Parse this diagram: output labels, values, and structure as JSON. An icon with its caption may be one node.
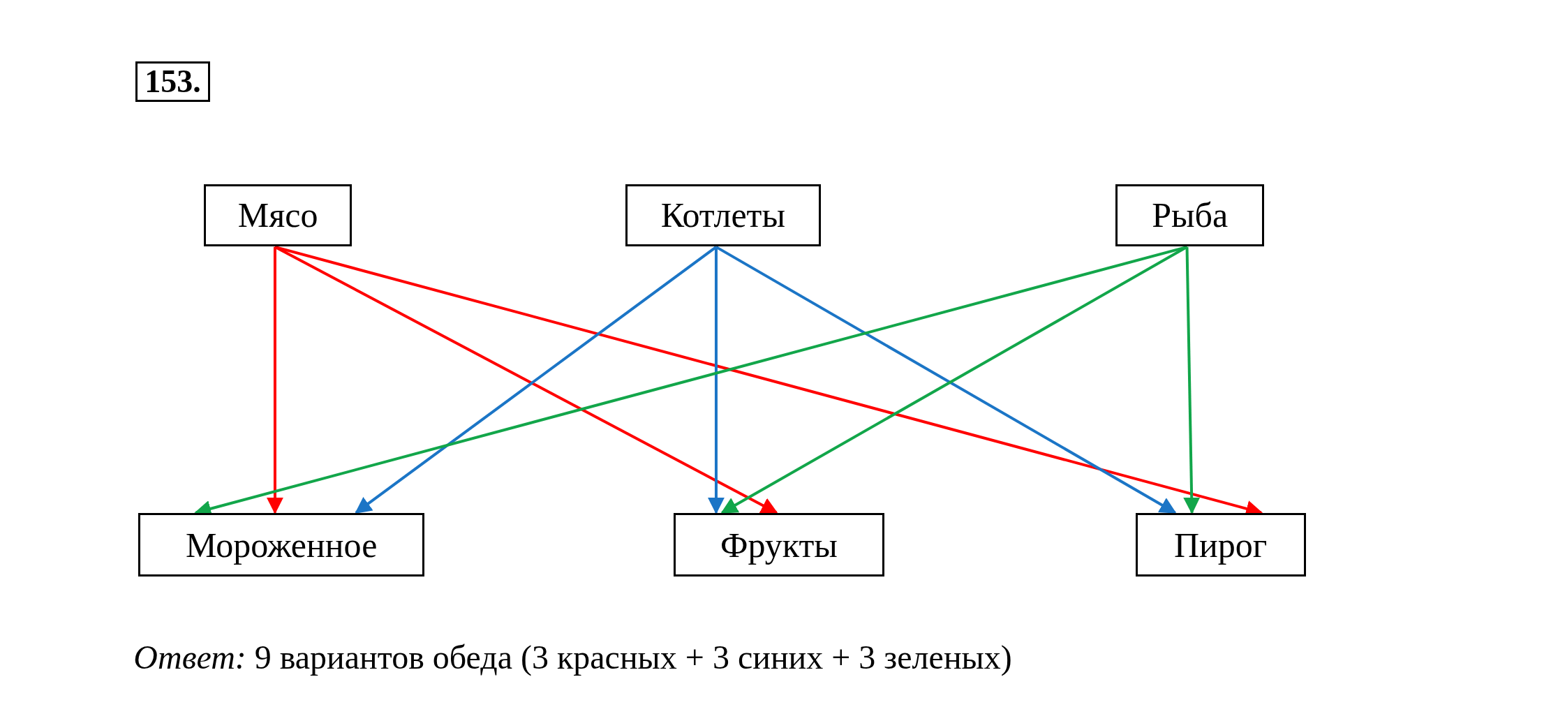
{
  "diagram": {
    "title": "153.",
    "nodes": [
      {
        "text": [
          "Мясо"
        ]
      },
      {
        "text": [
          "Котлеты"
        ]
      },
      {
        "text": [
          "Рыба"
        ]
      },
      {
        "text": [
          "Мороженное"
        ]
      },
      {
        "text": [
          "Фрукты"
        ]
      },
      {
        "text": [
          "Пирог"
        ]
      }
    ],
    "edges": [
      {
        "from": 0,
        "to": 3,
        "arrow": "to",
        "color": "#ff0000"
      },
      {
        "from": 0,
        "to": 4,
        "arrow": "to",
        "color": "#ff0000"
      },
      {
        "from": 0,
        "to": 5,
        "arrow": "to",
        "color": "#ff0000"
      },
      {
        "from": 1,
        "to": 3,
        "arrow": "to",
        "color": "#1b75c6"
      },
      {
        "from": 1,
        "to": 4,
        "arrow": "to",
        "color": "#1b75c6"
      },
      {
        "from": 1,
        "to": 5,
        "arrow": "to",
        "color": "#1b75c6"
      },
      {
        "from": 2,
        "to": 3,
        "arrow": "to",
        "color": "#12a64a"
      },
      {
        "from": 2,
        "to": 4,
        "arrow": "to",
        "color": "#12a64a"
      },
      {
        "from": 2,
        "to": 5,
        "arrow": "to",
        "color": "#12a64a"
      }
    ],
    "labels": [
      "*Ответ:* 9 вариантов обеда (3 красных + 3 синих + 3 зеленых)"
    ]
  }
}
